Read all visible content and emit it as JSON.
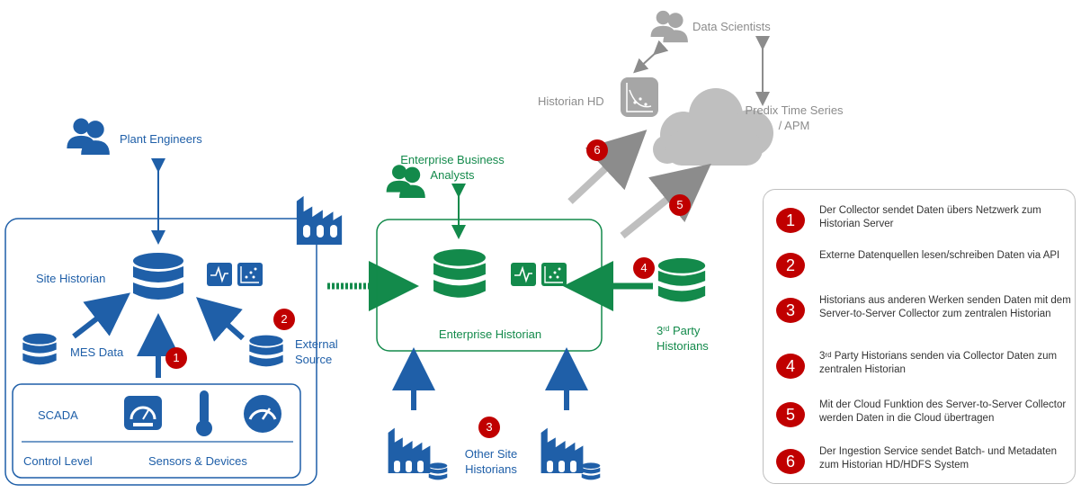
{
  "people": {
    "plant_engineers": "Plant Engineers",
    "business_analysts_line1": "Enterprise Business",
    "business_analysts_line2": "Analysts",
    "data_scientists": "Data Scientists"
  },
  "site": {
    "site_historian": "Site Historian",
    "mes_data": "MES Data",
    "external_source_line1": "External",
    "external_source_line2": "Source",
    "scada": "SCADA",
    "control_level": "Control  Level",
    "sensors_devices": "Sensors & Devices"
  },
  "enterprise": {
    "historian": "Enterprise Historian",
    "third_party_sup": "rd",
    "third_party_line1": "3",
    "third_party_line1_rest": " Party",
    "third_party_line2": "Historians",
    "other_site_line1": "Other Site",
    "other_site_line2": "Historians"
  },
  "cloud": {
    "historian_hd": "Historian HD",
    "predix_line1": "Predix Time Series",
    "predix_line2": "/ APM"
  },
  "badges": [
    "1",
    "2",
    "3",
    "4",
    "5",
    "6"
  ],
  "legend": [
    {
      "num": "1",
      "text": "Der Collector sendet Daten übers Netzwerk zum Historian Server"
    },
    {
      "num": "2",
      "text": "Externe Datenquellen lesen/schreiben  Daten via API"
    },
    {
      "num": "3",
      "text": "Historians aus anderen Werken senden Daten mit dem Server-to-Server Collector zum zentralen Historian"
    },
    {
      "num": "4",
      "text_sup": "rd",
      "text_pre": "3",
      "text": " Party Historians senden via Collector Daten zum zentralen Historian"
    },
    {
      "num": "5",
      "text": "Mit der Cloud Funktion des Server-to-Server Collector werden Daten in die Cloud übertragen"
    },
    {
      "num": "6",
      "text": "Der Ingestion Service sendet Batch- und Metadaten zum Historian HD/HDFS System"
    }
  ],
  "colors": {
    "blue": "#1f5fa8",
    "green": "#138a4b",
    "gray": "#a6a6a6",
    "badge_red": "#c00000"
  }
}
